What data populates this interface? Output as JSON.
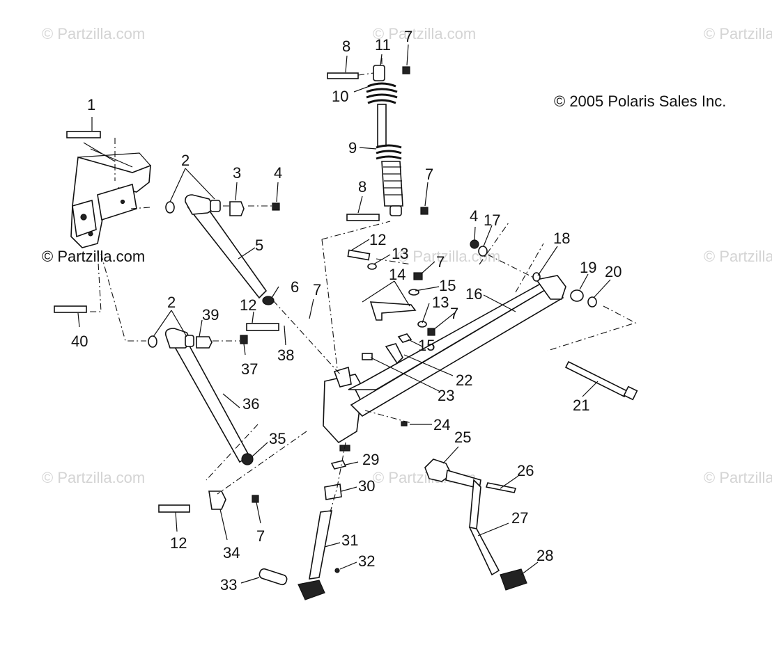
{
  "copyright": "© 2005 Polaris Sales Inc.",
  "watermark": "© Partzilla.com",
  "callouts": [
    "1",
    "2",
    "3",
    "4",
    "5",
    "6",
    "7",
    "8",
    "9",
    "10",
    "11",
    "12",
    "13",
    "14",
    "15",
    "16",
    "17",
    "18",
    "19",
    "20",
    "21",
    "22",
    "23",
    "24",
    "25",
    "26",
    "27",
    "28",
    "29",
    "30",
    "31",
    "32",
    "33",
    "34",
    "35",
    "36",
    "37",
    "38",
    "39",
    "40"
  ]
}
